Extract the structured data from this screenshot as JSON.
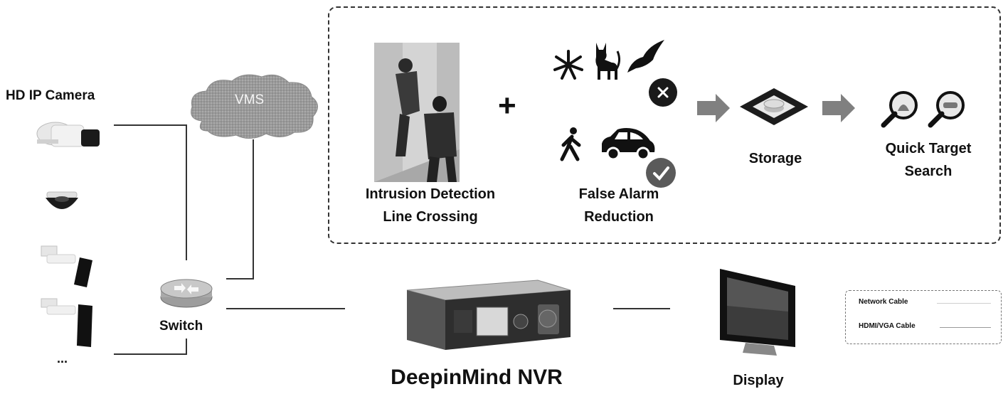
{
  "cameras": {
    "title": "HD IP Camera",
    "more": "..."
  },
  "vms": {
    "label": "VMS"
  },
  "switch": {
    "label": "Switch"
  },
  "nvr": {
    "label": "DeepinMind NVR"
  },
  "display": {
    "label": "Display"
  },
  "features": {
    "intrusion": {
      "line1": "Intrusion Detection",
      "line2": "Line Crossing"
    },
    "plus": "+",
    "false_alarm": {
      "line1": "False Alarm",
      "line2": "Reduction"
    },
    "storage": "Storage",
    "search": {
      "line1": "Quick Target",
      "line2": "Search"
    }
  },
  "legend": {
    "network": "Network Cable",
    "hdmi": "HDMI/VGA Cable"
  },
  "icons": {
    "reject": "x-circle-icon",
    "accept": "check-circle-icon",
    "plant": "plant-icon",
    "cat": "cat-icon",
    "bird": "bird-icon",
    "person": "walking-person-icon",
    "car": "car-icon",
    "arrow": "right-arrow-icon",
    "storage": "storage-icon",
    "search": "magnifier-icon"
  },
  "colors": {
    "line": "#333333",
    "badge": "#1a1a1a",
    "arrow": "#808080"
  }
}
